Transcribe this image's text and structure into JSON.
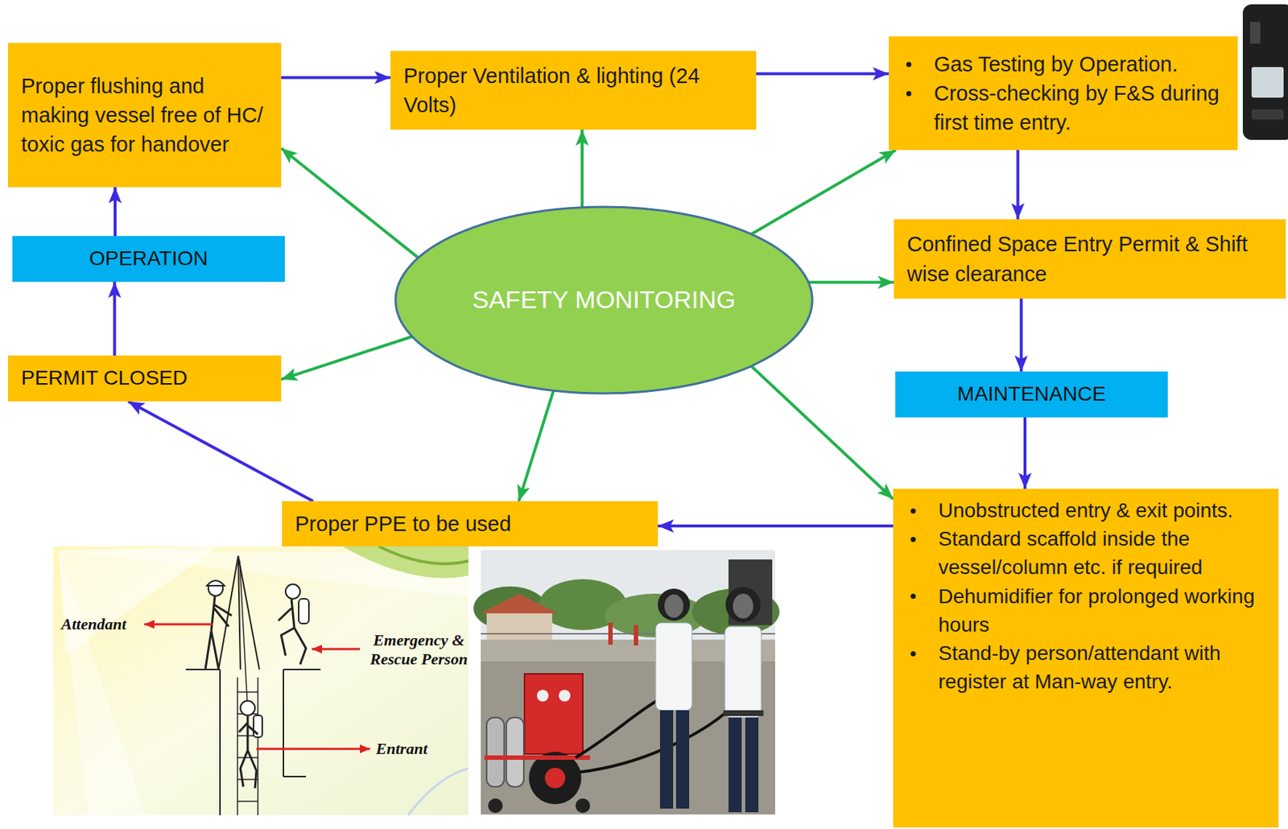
{
  "diagram": {
    "nodes": [
      {
        "text": [
          "Proper flushing and making vessel free of HC/ toxic gas for handover"
        ]
      },
      {
        "text": [
          "Proper Ventilation & lighting (24 Volts)"
        ]
      },
      {
        "text": [
          "Gas Testing by Operation.",
          "Cross-checking by F&S during first time entry."
        ]
      },
      {
        "text": [
          "OPERATION"
        ]
      },
      {
        "text": [
          "SAFETY MONITORING"
        ]
      },
      {
        "text": [
          "Confined Space Entry Permit & Shift wise clearance"
        ]
      },
      {
        "text": [
          "PERMIT CLOSED"
        ]
      },
      {
        "text": [
          "MAINTENANCE"
        ]
      },
      {
        "text": [
          "Proper PPE to be used"
        ]
      },
      {
        "text": [
          "Unobstructed entry & exit points.",
          "Standard scaffold inside the vessel/column etc. if required",
          "Dehumidifier for prolonged working hours",
          "Stand-by person/attendant with register at Man-way entry."
        ]
      }
    ],
    "edges": [
      {
        "from": 0,
        "to": 1,
        "arrow": "to"
      },
      {
        "from": 1,
        "to": 2,
        "arrow": "to"
      },
      {
        "from": 2,
        "to": 5,
        "arrow": "to"
      },
      {
        "from": 5,
        "to": 7,
        "arrow": "to"
      },
      {
        "from": 7,
        "to": 9,
        "arrow": "to"
      },
      {
        "from": 9,
        "to": 8,
        "arrow": "to"
      },
      {
        "from": 8,
        "to": 6,
        "arrow": "to"
      },
      {
        "from": 6,
        "to": 3,
        "arrow": "to"
      },
      {
        "from": 3,
        "to": 0,
        "arrow": "to"
      },
      {
        "from": 4,
        "to": 0,
        "arrow": "to"
      },
      {
        "from": 4,
        "to": 1,
        "arrow": "to"
      },
      {
        "from": 4,
        "to": 2,
        "arrow": "to"
      },
      {
        "from": 4,
        "to": 5,
        "arrow": "to"
      },
      {
        "from": 4,
        "to": 6,
        "arrow": "to"
      },
      {
        "from": 4,
        "to": 8,
        "arrow": "to"
      },
      {
        "from": 4,
        "to": 9,
        "arrow": "to"
      }
    ],
    "labels": [
      "Attendant",
      "Emergency & Rescue Person",
      "Entrant"
    ]
  }
}
